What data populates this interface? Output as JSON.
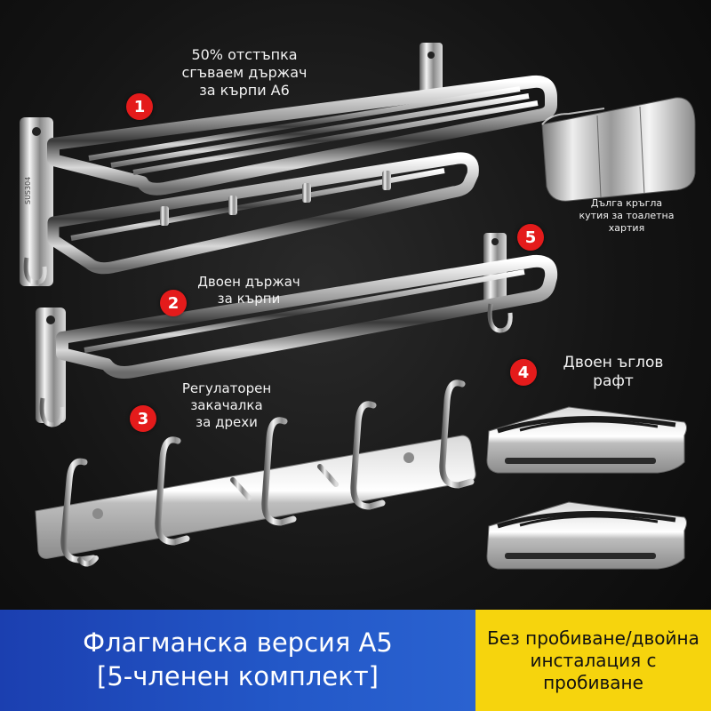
{
  "labels": {
    "item1": "50% отстъпка\nсгъваем държач\nза кърпи А6",
    "item2": "Двоен държач\nза кърпи",
    "item3": "Регулаторен\nзакачалка\nза дрехи",
    "item4": "Двоен ъглов\nрафт",
    "paper": "Дълга кръгла\nкутия за тоалетна\nхартия"
  },
  "badges": [
    "1",
    "2",
    "3",
    "4",
    "5"
  ],
  "stamp": "SUS304",
  "footer": {
    "left_line1": "Флагманска версия А5",
    "left_line2": "[5-членен комплект]",
    "right_line1": "Без пробиване/двойна",
    "right_line2": "инсталация с",
    "right_line3": "пробиване"
  },
  "colors": {
    "badge": "#e41b1b",
    "footer_left": "#2358c8",
    "footer_right": "#f6d40d"
  }
}
